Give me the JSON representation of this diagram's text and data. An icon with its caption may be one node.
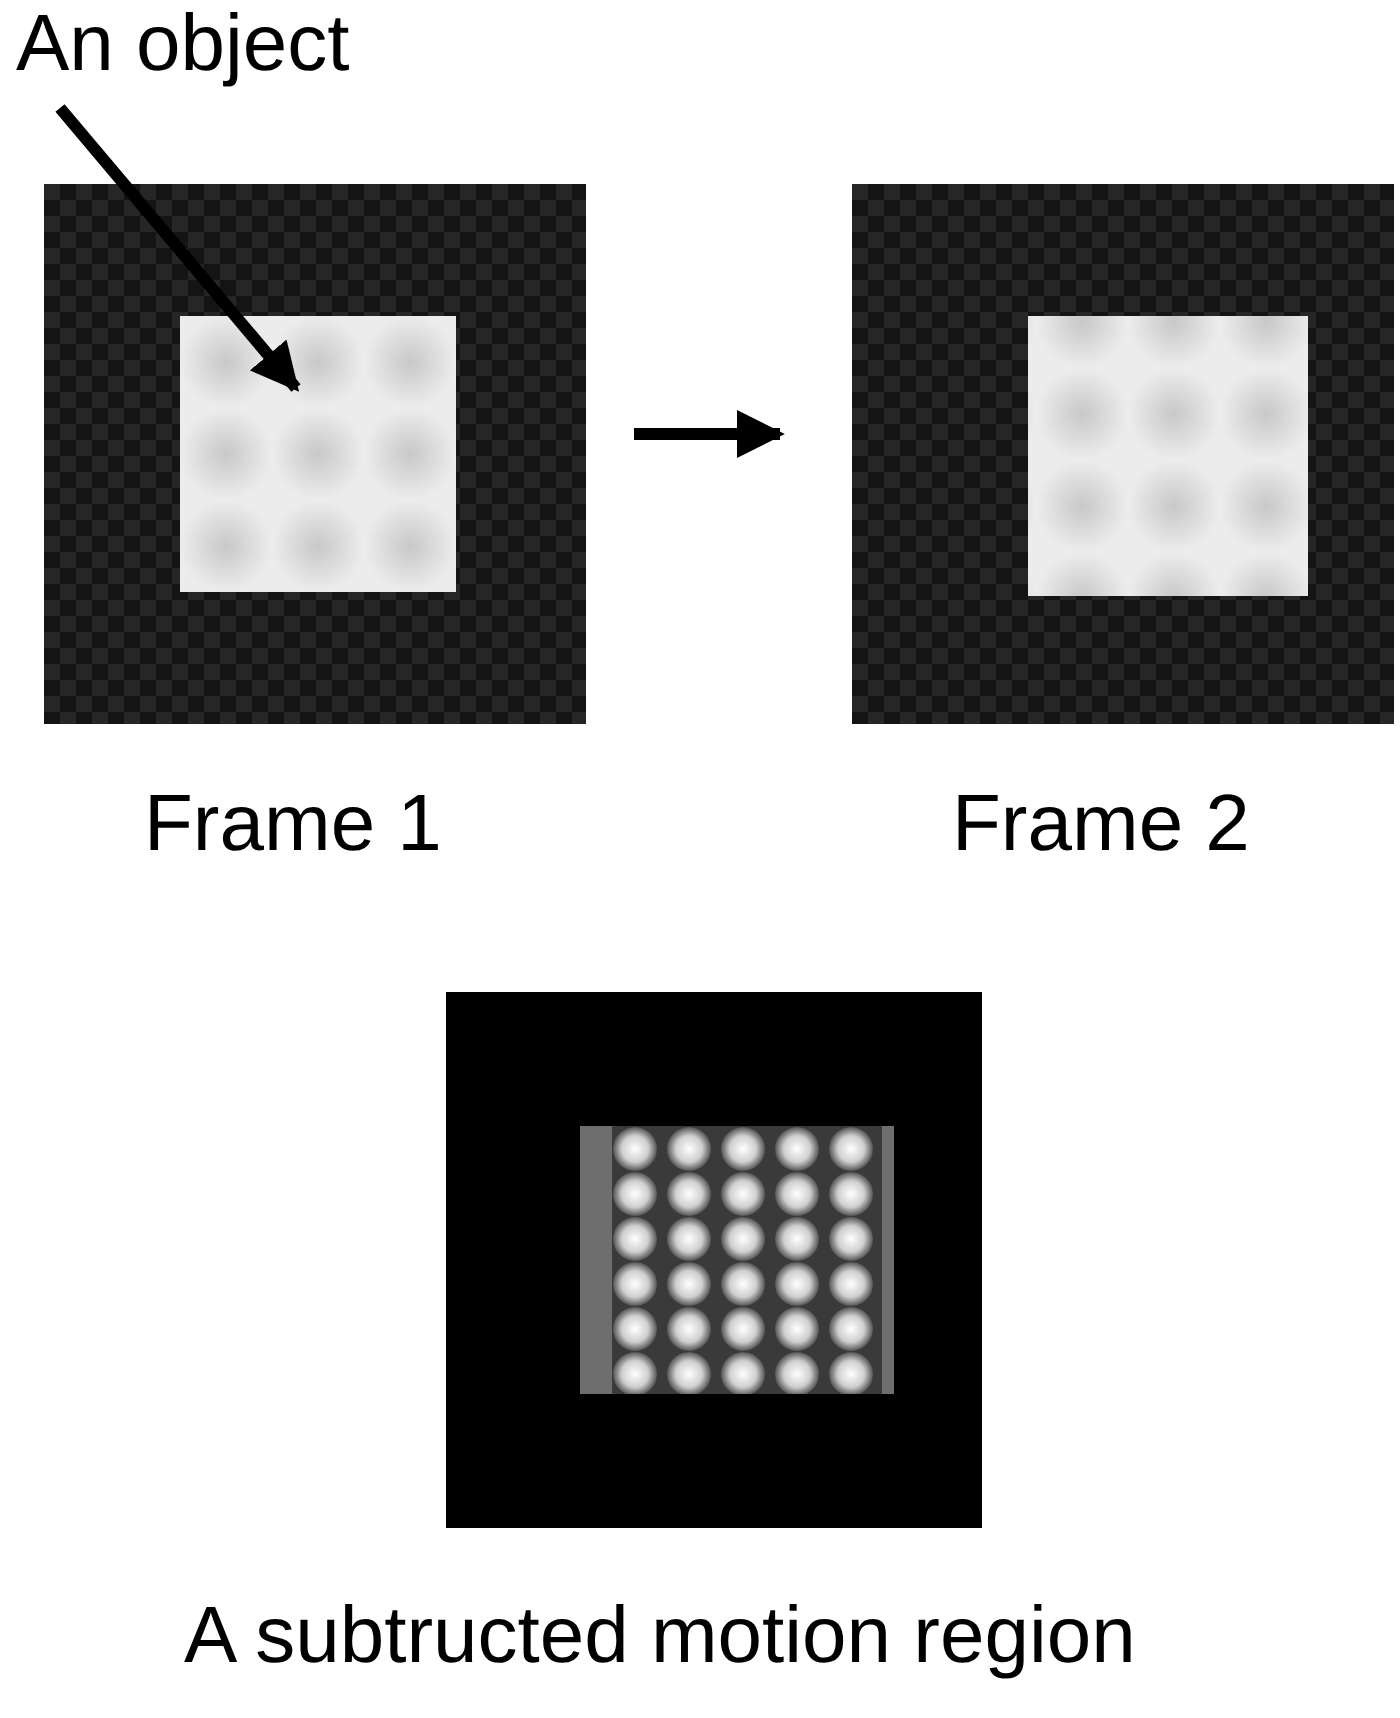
{
  "diagram": {
    "nodes": [
      {
        "text": [
          "An object"
        ]
      },
      {
        "text": [],
        "shape": "picture",
        "beside": [
          "Frame 1"
        ]
      },
      {
        "text": [],
        "shape": "box",
        "in": 1
      },
      {
        "text": [],
        "shape": "picture",
        "beside": [
          "Frame 2"
        ]
      },
      {
        "text": [],
        "shape": "picture",
        "beside": [
          "A subtructed motion region"
        ]
      }
    ],
    "edges": [
      {
        "from": 0,
        "to": 2,
        "arrow": "to"
      },
      {
        "from": 1,
        "to": 3,
        "arrow": "to"
      }
    ]
  }
}
